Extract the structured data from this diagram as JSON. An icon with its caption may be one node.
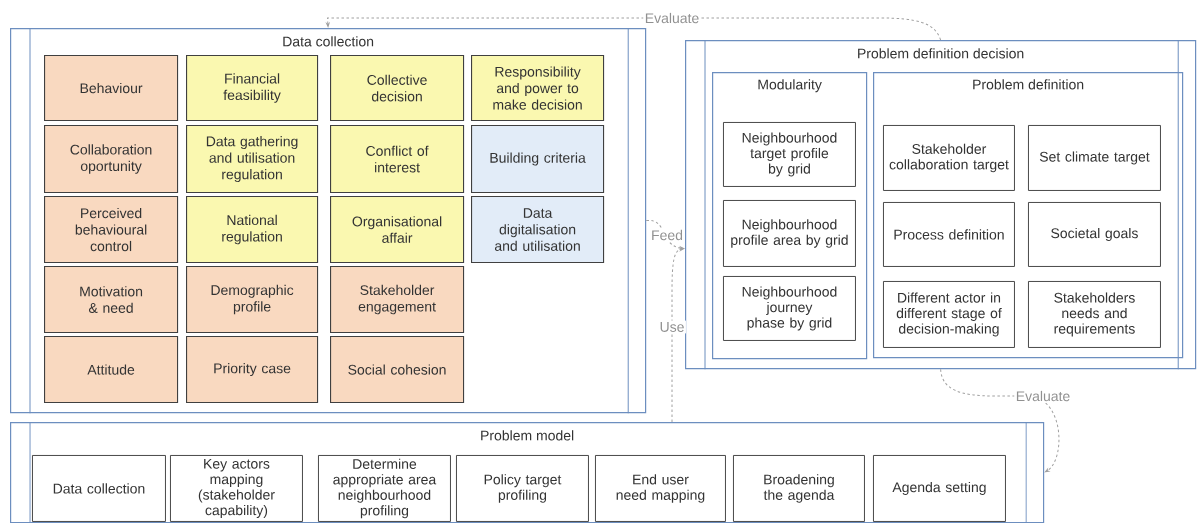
{
  "diagram": {
    "nodes": [
      {
        "text": [
          "Data collection"
        ]
      },
      {
        "text": [
          "Behaviour"
        ],
        "in": 0
      },
      {
        "text": [
          "Financial feasibility"
        ],
        "in": 0
      },
      {
        "text": [
          "Collective decision"
        ],
        "in": 0
      },
      {
        "text": [
          "Responsibility and power to make decision"
        ],
        "in": 0
      },
      {
        "text": [
          "Collaboration oportunity"
        ],
        "in": 0
      },
      {
        "text": [
          "Data gathering and utilisation regulation"
        ],
        "in": 0
      },
      {
        "text": [
          "Conflict of interest"
        ],
        "in": 0
      },
      {
        "text": [
          "Building criteria"
        ],
        "in": 0
      },
      {
        "text": [
          "Perceived behavioural control"
        ],
        "in": 0
      },
      {
        "text": [
          "National regulation"
        ],
        "in": 0
      },
      {
        "text": [
          "Organisational affair"
        ],
        "in": 0
      },
      {
        "text": [
          "Data digitalisation and utilisation"
        ],
        "in": 0
      },
      {
        "text": [
          "Motivation & need"
        ],
        "in": 0
      },
      {
        "text": [
          "Demographic profile"
        ],
        "in": 0
      },
      {
        "text": [
          "Stakeholder engagement"
        ],
        "in": 0
      },
      {
        "text": [
          "Attitude"
        ],
        "in": 0
      },
      {
        "text": [
          "Priority case"
        ],
        "in": 0
      },
      {
        "text": [
          "Social cohesion"
        ],
        "in": 0
      },
      {
        "text": [
          "Problem definition decision"
        ]
      },
      {
        "text": [
          "Modularity"
        ],
        "in": 19
      },
      {
        "text": [
          "Neighbourhood target profile by grid"
        ],
        "in": 20
      },
      {
        "text": [
          "Neighbourhood profile area by grid"
        ],
        "in": 20
      },
      {
        "text": [
          "Neighbourhood journey phase by grid"
        ],
        "in": 20
      },
      {
        "text": [
          "Problem definition"
        ],
        "in": 19
      },
      {
        "text": [
          "Stakeholder collaboration target"
        ],
        "in": 24
      },
      {
        "text": [
          "Set climate target"
        ],
        "in": 24
      },
      {
        "text": [
          "Process definition"
        ],
        "in": 24
      },
      {
        "text": [
          "Societal goals"
        ],
        "in": 24
      },
      {
        "text": [
          "Different actor in different stage of decision-making"
        ],
        "in": 24
      },
      {
        "text": [
          "Stakeholders needs and requirements"
        ],
        "in": 24
      },
      {
        "text": [
          "Problem model"
        ]
      },
      {
        "text": [
          "Data collection"
        ],
        "in": 31
      },
      {
        "text": [
          "Key actors mapping (stakeholder capability)"
        ],
        "in": 31
      },
      {
        "text": [
          "Determine appropriate area neighbourhood profiling"
        ],
        "in": 31
      },
      {
        "text": [
          "Policy target profiling"
        ],
        "in": 31
      },
      {
        "text": [
          "End user need mapping"
        ],
        "in": 31
      },
      {
        "text": [
          "Broadening the agenda"
        ],
        "in": 31
      },
      {
        "text": [
          "Agenda setting"
        ],
        "in": 31
      }
    ],
    "edges": [
      {
        "from": 19,
        "to": 0,
        "arrow": "to",
        "label": "Evaluate",
        "style": "dashed"
      },
      {
        "from": 0,
        "to": 19,
        "arrow": "to",
        "label": "Feed",
        "style": "dashed"
      },
      {
        "from": 31,
        "to": 19,
        "arrow": "to",
        "label": "Use",
        "style": "dashed"
      },
      {
        "from": 19,
        "to": 31,
        "arrow": "to",
        "label": "Evaluate",
        "style": "dashed"
      }
    ]
  }
}
